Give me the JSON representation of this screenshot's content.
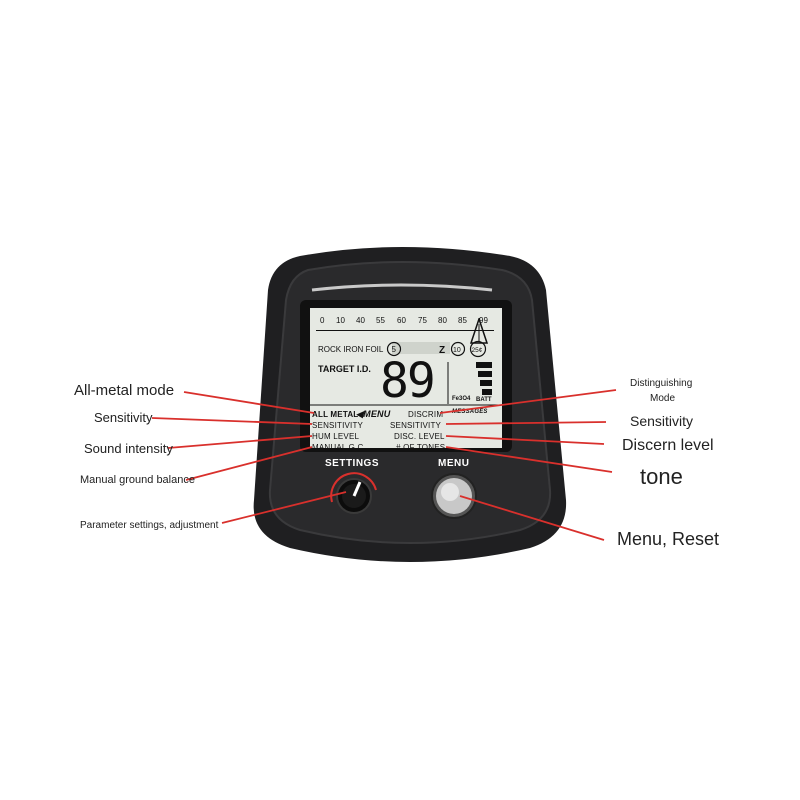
{
  "callouts_left": {
    "all_metal_mode": "All-metal mode",
    "sensitivity": "Sensitivity",
    "sound_intensity": "Sound intensity",
    "manual_ground_balance": "Manual ground balance",
    "parameter_settings": "Parameter settings, adjustment"
  },
  "callouts_right": {
    "distinguishing_mode_1": "Distinguishing",
    "distinguishing_mode_2": "Mode",
    "sensitivity": "Sensitivity",
    "discern_level": "Discern level",
    "tone": "tone",
    "menu_reset": "Menu, Reset"
  },
  "lcd": {
    "scale": [
      "0",
      "10",
      "40",
      "55",
      "60",
      "75",
      "80",
      "85",
      "99"
    ],
    "rock_iron_foil": "ROCK IRON FOIL",
    "target_id_label": "TARGET I.D.",
    "target_id_value": "89",
    "batt": "BATT",
    "fe3o4": "Fe3O4",
    "messages": "MESSAGES",
    "left_menu": [
      "ALL METAL",
      "SENSITIVITY",
      "HUM LEVEL",
      "MANUAL G.C."
    ],
    "menu_marker": "◀MENU",
    "right_menu": [
      "DISCRIM",
      "SENSITIVITY",
      "DISC. LEVEL",
      "# OF TONES"
    ]
  },
  "controls": {
    "settings_label": "SETTINGS",
    "menu_label": "MENU"
  },
  "colors": {
    "callout_line": "#d9302c",
    "housing": "#1f1f21",
    "lcd": "#e6e9e3"
  }
}
